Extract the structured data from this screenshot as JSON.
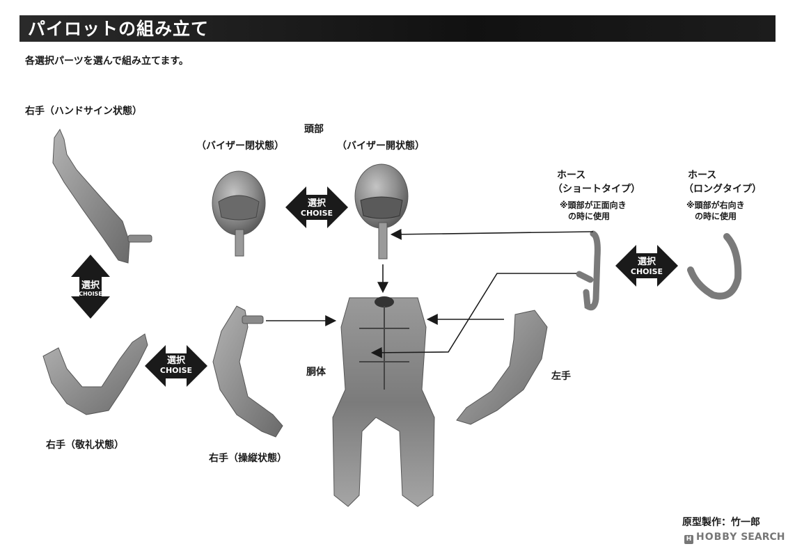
{
  "header": {
    "title": "パイロットの組み立て"
  },
  "subtitle": "各選択パーツを選んで組み立てます。",
  "labels": {
    "right_hand_sign": "右手（ハンドサイン状態）",
    "head": "頭部",
    "visor_closed": "（バイザー閉状態）",
    "visor_open": "（バイザー開状態）",
    "hose_short_title": "ホース",
    "hose_short_type": "（ショートタイプ）",
    "hose_short_note_1": "※頭部が正面向き",
    "hose_short_note_2": "の時に使用",
    "hose_long_title": "ホース",
    "hose_long_type": "（ロングタイプ）",
    "hose_long_note_1": "※頭部が右向き",
    "hose_long_note_2": "の時に使用",
    "torso": "胴体",
    "left_hand": "左手",
    "right_hand_salute": "右手（敬礼状態）",
    "right_hand_control": "右手（操縦状態）"
  },
  "choice": {
    "jp": "選択",
    "en": "CHOISE"
  },
  "credit": "原型製作：竹一郎",
  "logo": {
    "mark": "H",
    "brand": "HOBBY",
    "suffix": "SEARCH"
  },
  "colors": {
    "header_bg": "#111111",
    "part_gray": "#8a8a8a",
    "arrow_dark": "#1a1a1a"
  }
}
